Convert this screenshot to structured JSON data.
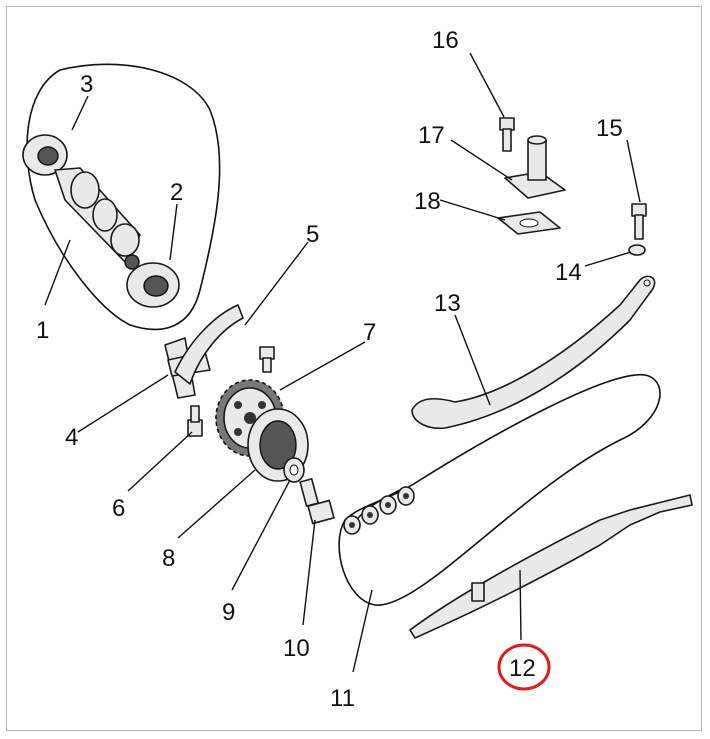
{
  "diagram": {
    "highlight_color": "#e11a1a",
    "callouts": [
      {
        "id": "1",
        "text": "1"
      },
      {
        "id": "2",
        "text": "2"
      },
      {
        "id": "3",
        "text": "3"
      },
      {
        "id": "4",
        "text": "4"
      },
      {
        "id": "5",
        "text": "5"
      },
      {
        "id": "6",
        "text": "6"
      },
      {
        "id": "7",
        "text": "7"
      },
      {
        "id": "8",
        "text": "8"
      },
      {
        "id": "9",
        "text": "9"
      },
      {
        "id": "10",
        "text": "10"
      },
      {
        "id": "11",
        "text": "11"
      },
      {
        "id": "12",
        "text": "12",
        "highlighted": true
      },
      {
        "id": "13",
        "text": "13"
      },
      {
        "id": "14",
        "text": "14"
      },
      {
        "id": "15",
        "text": "15"
      },
      {
        "id": "16",
        "text": "16"
      },
      {
        "id": "17",
        "text": "17"
      },
      {
        "id": "18",
        "text": "18"
      }
    ]
  }
}
